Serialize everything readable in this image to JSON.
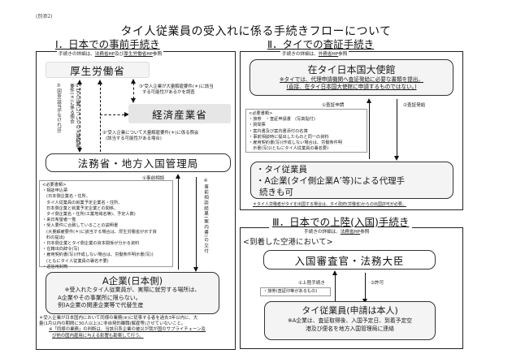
{
  "header": {
    "ref_label": "(別添2)",
    "title": "タイ人従業員の受入れに係る手続きフローについて"
  },
  "section1": {
    "title": "Ⅰ．日本での事前手続き",
    "note_prefix": "手続きの詳細は、",
    "note_link1": "法務省HP",
    "note_mid": "及び",
    "note_link2": "厚生労働省HP",
    "note_suffix": "参照",
    "mhlw": "厚生労働省",
    "meti": "経済産業省",
    "immigration": "法務省・地方入国管理局",
    "label_2_vertical": "②受入企業についての大量解雇要件(＊)に係る照会",
    "label_3_vertical": "③回答(該当がなければ)",
    "label_2dash_line1": "②’受入企業について大量解雇要件(＊)に係る照会",
    "label_2dash_line2": "(該当する可能性がある場合)",
    "label_3dash_line1": "③’受入企業が大量解雇要件(＊)に該当",
    "label_3dash_line2": "する可能性があるかを調査",
    "label_1": "①事前相談",
    "label_4_vertical": "④事前相談結果(案内書)の交付",
    "docs_title": "<必要書類>",
    "docs": [
      {
        "text": "・相談申込票",
        "indent": false
      },
      {
        "text": "(日本側企業名・住所、",
        "indent": true
      },
      {
        "text": "タイ人従業員の就業予定企業名・住所、",
        "indent": true
      },
      {
        "text": "日本側企業と就業予定企業との関係、",
        "indent": true
      },
      {
        "text": "タイ側企業名・住所(工業地域名等)、予定人数)",
        "indent": true
      },
      {
        "text": "・来日希望者一覧",
        "indent": false
      },
      {
        "text": "・受入要件に合致していることの説明書",
        "indent": false
      },
      {
        "text": "(大量解雇要件(＊)に該当する場合は、厚生労働省が示す資",
        "indent": true
      },
      {
        "text": "料の提出)",
        "indent": true
      },
      {
        "text": "・日本側企業とタイ側企業の資本関係が分かる資料",
        "indent": false
      },
      {
        "text": "・在籍出向辞令(写)",
        "indent": false
      },
      {
        "text": "・雇用契約書(写)(作成しない場合は、労働条件明示書(写))",
        "indent": false
      },
      {
        "text": "(ともにタイ人従業員の署名不要)",
        "indent": true
      },
      {
        "text": "・返信用封筒",
        "indent": false
      }
    ],
    "company_a_title": "A企業(日本側)",
    "company_a_note1": "※受入れたタイ人従業員が、実際に就労する場所は、",
    "company_a_note2": "A企業やその事業所に限らない。",
    "company_a_note3": "例)A企業の関連企業等で代替生産",
    "footnote1": "＊受入企業が日本国内において同様の業務(※)に従事する者を過去3年以内に、大",
    "footnote2": "量(1月以内の期間に30人以上)に非自発的離職(解雇等)させていないこと。",
    "footnote3": "※「同様の業務」の判断は、当該日系企業の被災が我が国のサプライチェーン及",
    "footnote4": "び他の国内雇用に与える影響も勘案して行う。"
  },
  "section2": {
    "title": "Ⅱ．タイでの査証手続き",
    "note_prefix": "手続きの詳細は、",
    "note_link": "外務省HP",
    "note_suffix": "参照",
    "embassy": "在タイ日本国大使館",
    "embassy_note1": "※タイでは、代理申請機関へ査証発給に必要な書類を提出。",
    "embassy_note2": "(直接、在タイ日本国大使館に申請するものではない。)",
    "label_1": "①査証申請",
    "label_2": "②査証発給",
    "docs_title": "<必要書類>",
    "docs": [
      {
        "text": "・旅券　・査証申請書　(写真貼付)",
        "indent": false
      },
      {
        "text": "・質問票",
        "indent": false
      },
      {
        "text": "・案内書及び案内書添付の名簿",
        "indent": false
      },
      {
        "text": "・事前相談時に提出したものと同一の資料",
        "indent": false
      },
      {
        "text": "・雇用契約書(写)(作成しない場合は、労働条件明",
        "indent": false
      },
      {
        "text": "示書(写))(ともにタイ人従業員の署名要)",
        "indent": true
      }
    ],
    "applicant_line1": "・タイ従業員",
    "applicant_line2": "・A企業(タイ側企業A’等)による代理手",
    "applicant_line3": "続きも可",
    "footnote": "＊タイ人労働者がタイを出国する場合は、タイ政府(労働省)からの出国許可が必要。"
  },
  "section3": {
    "title": "Ⅲ．日本での上陸(入国)手続き",
    "note_prefix": "手続きの詳細は、",
    "note_link": "法務省HP",
    "note_suffix": "参照",
    "airport_label": "<到着した空港において>",
    "inspector": "入国審査官・法務大臣",
    "label_1": "①上陸手続き",
    "label_2": "②許可",
    "docs_item": "・旅券(査証印等があるもの)",
    "employee_title": "タイ従業員(申請は本人)",
    "employee_note1": "※A企業は、査証取得後、入国予定日、到着予定空",
    "employee_note2": "港及び便名を地方入国管理局に連絡"
  }
}
